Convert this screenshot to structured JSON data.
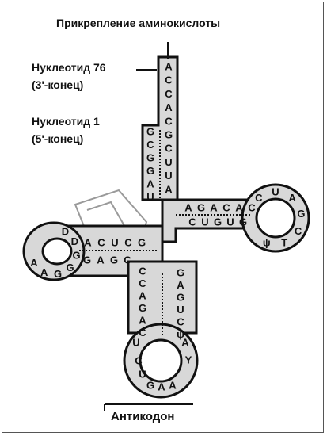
{
  "labels": {
    "amino_attach": "Прикрепление аминокислоты",
    "nt76": "Нуклеотид 76",
    "nt76_end": "(3'-конец)",
    "nt1": "Нуклеотид 1",
    "nt1_end": "(5'-конец)",
    "anticodon": "Антикодон"
  },
  "sequences": {
    "acceptor_3prime": [
      "A",
      "C",
      "C",
      "A",
      "C",
      "G",
      "C",
      "U",
      "U",
      "A"
    ],
    "acceptor_5prime": [
      "G",
      "C",
      "G",
      "G",
      "A",
      "U"
    ],
    "d_arm_top": [
      "A",
      "C",
      "U",
      "C",
      "G"
    ],
    "d_arm_bottom": [
      "G",
      "A",
      "G",
      "C"
    ],
    "d_loop": [
      "D",
      "D",
      "G",
      "G",
      "G",
      "A",
      "A"
    ],
    "t_arm_top": [
      "A",
      "G",
      "A",
      "C",
      "A",
      "C"
    ],
    "t_arm_bottom": [
      "C",
      "U",
      "G",
      "U",
      "G"
    ],
    "t_loop": [
      "C",
      "U",
      "A",
      "G",
      "C",
      "T",
      "ψ"
    ],
    "anticodon_left": [
      "C",
      "C",
      "A",
      "G",
      "A",
      "C"
    ],
    "anticodon_right": [
      "G",
      "A",
      "G",
      "U",
      "C",
      "ψ"
    ],
    "anticodon_loop": [
      "U",
      "A",
      "Y",
      "C",
      "U",
      "G",
      "A",
      "A"
    ]
  },
  "colors": {
    "tube": "#d8d8d8",
    "outline": "#111111",
    "base_pair": "#111111"
  }
}
